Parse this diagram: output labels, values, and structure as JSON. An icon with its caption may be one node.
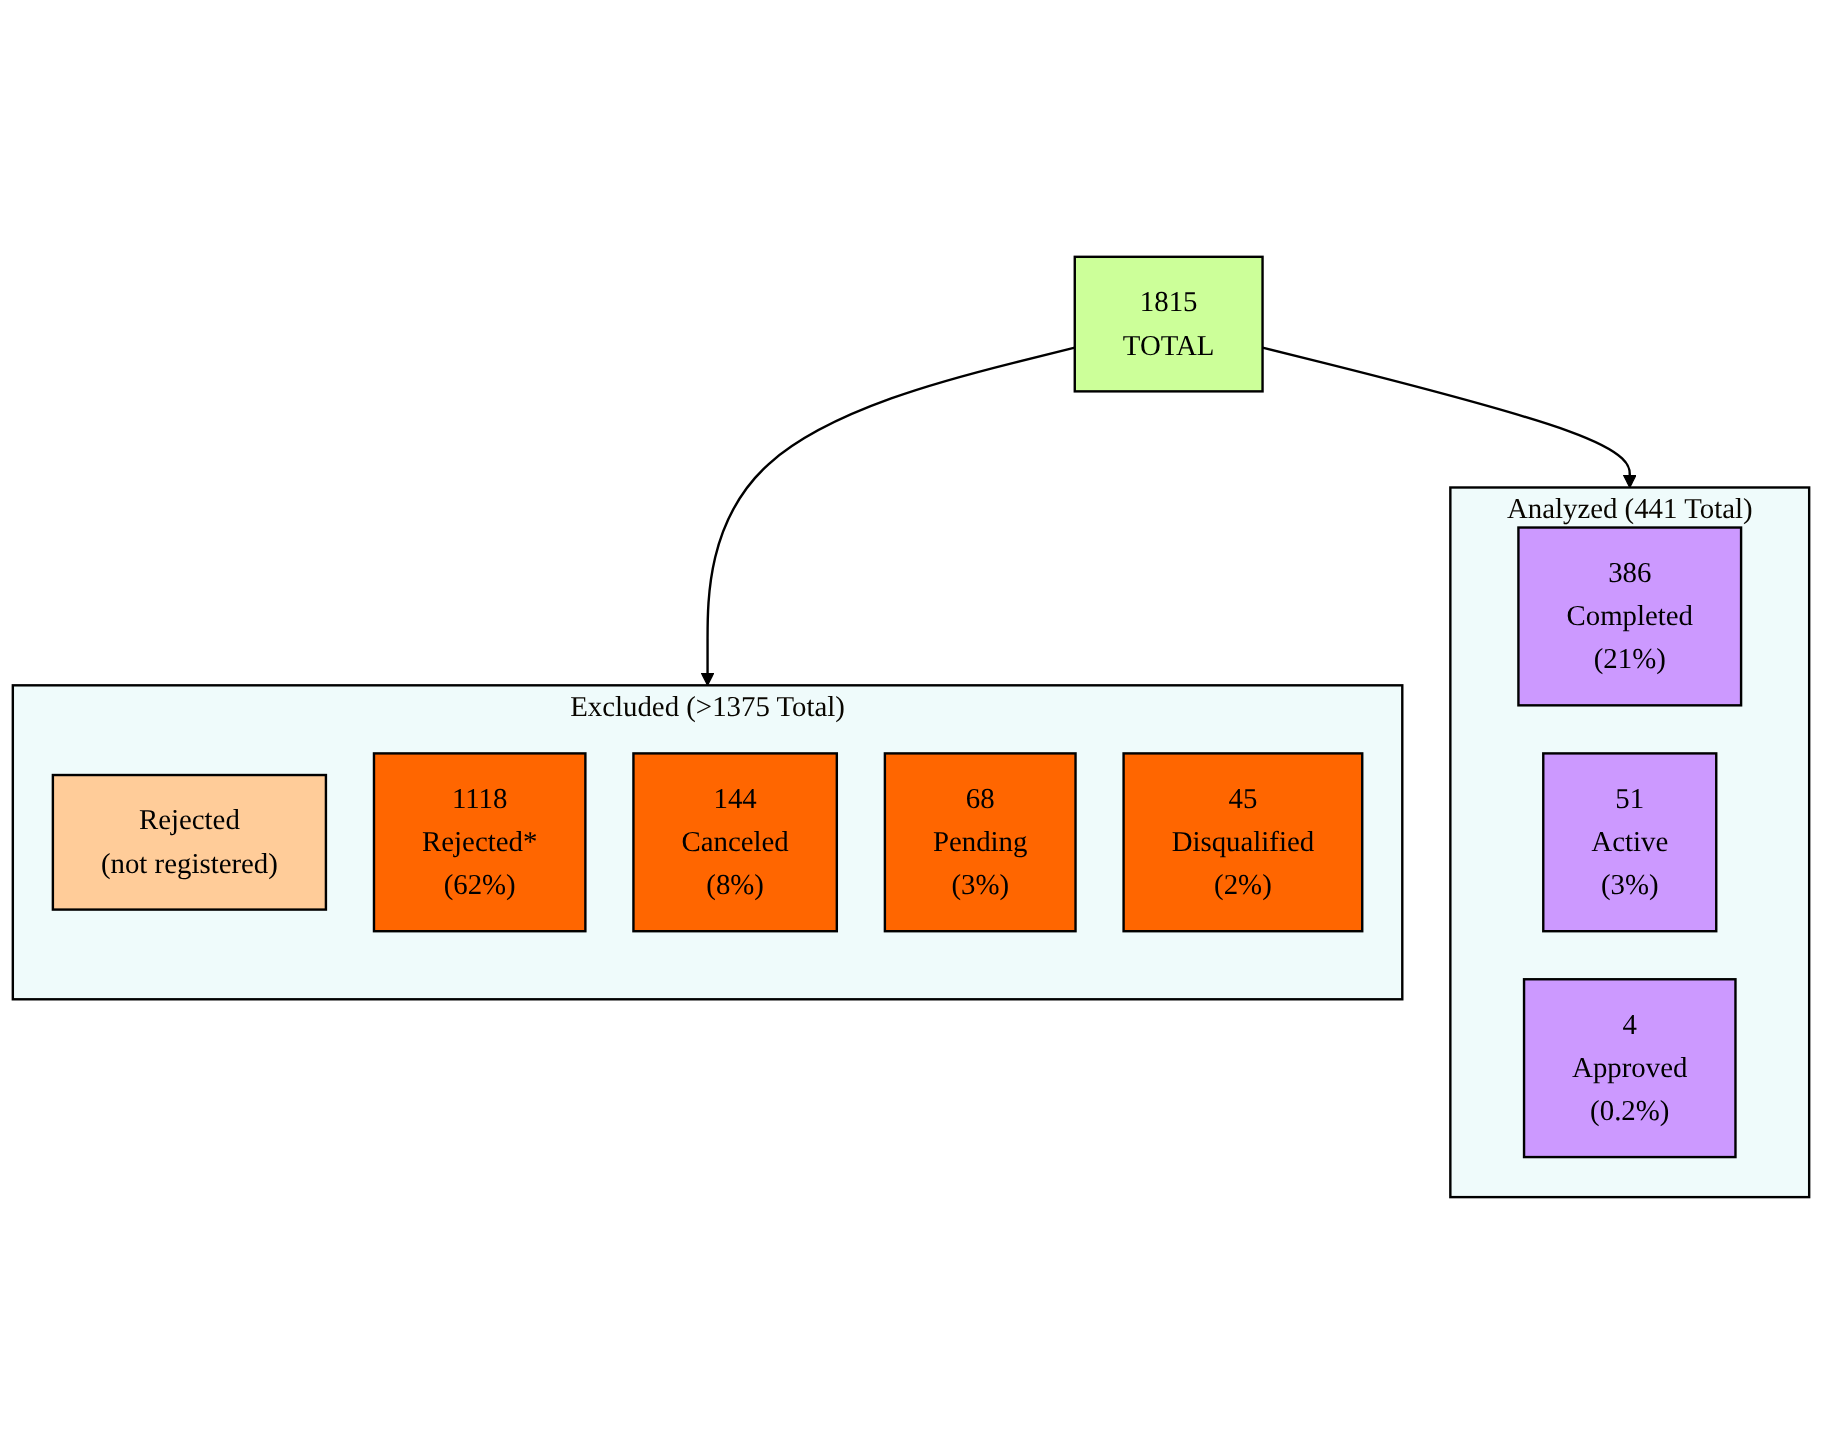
{
  "diagram": {
    "nodes": [
      {
        "text": [
          "1815",
          "TOTAL"
        ]
      },
      {
        "text": [
          "Excluded (>1375 Total)"
        ]
      },
      {
        "text": [
          "Rejected",
          "(not registered)"
        ],
        "in": 1
      },
      {
        "text": [
          "1118",
          "Rejected*",
          "(62%)"
        ],
        "in": 1
      },
      {
        "text": [
          "144",
          "Canceled",
          "(8%)"
        ],
        "in": 1
      },
      {
        "text": [
          "68",
          "Pending",
          "(3%)"
        ],
        "in": 1
      },
      {
        "text": [
          "45",
          "Disqualified",
          "(2%)"
        ],
        "in": 1
      },
      {
        "text": [
          "Analyzed (441 Total)"
        ]
      },
      {
        "text": [
          "386",
          "Completed",
          "(21%)"
        ],
        "in": 7
      },
      {
        "text": [
          "51",
          "Active",
          "(3%)"
        ],
        "in": 7
      },
      {
        "text": [
          "4",
          "Approved",
          "(0.2%)"
        ],
        "in": 7
      }
    ],
    "edges": [
      {
        "from": 0,
        "to": 1,
        "arrow": "to"
      },
      {
        "from": 0,
        "to": 7,
        "arrow": "to"
      }
    ]
  }
}
